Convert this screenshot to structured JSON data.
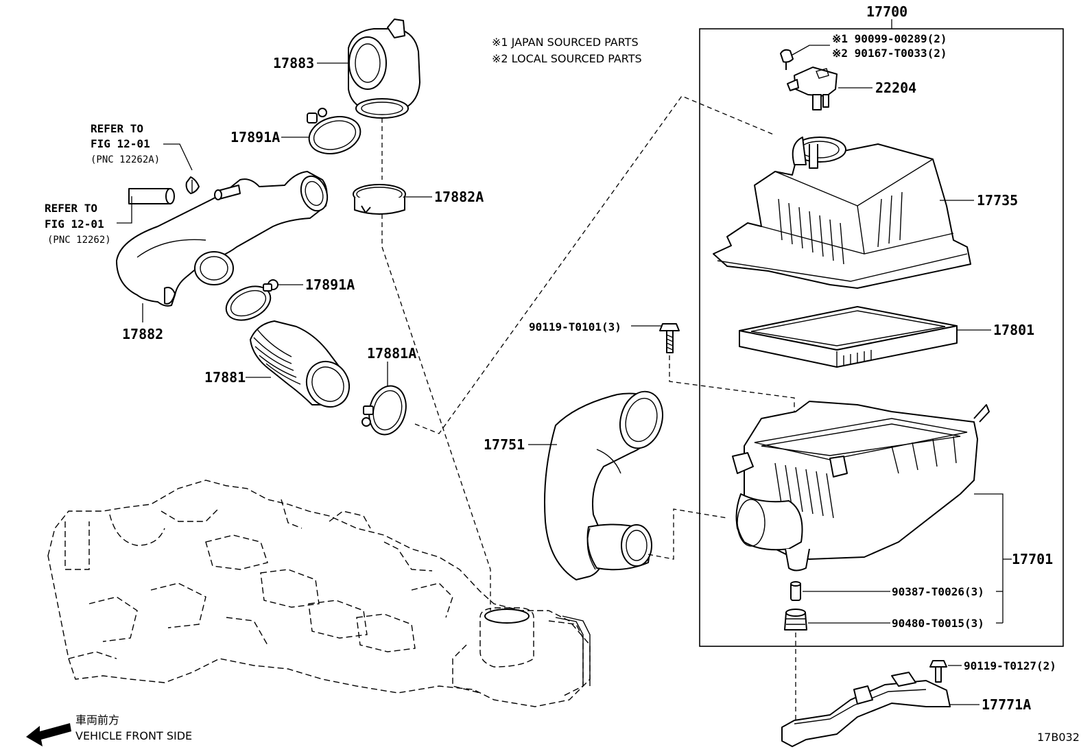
{
  "notes": {
    "japan": "※1 JAPAN SOURCED PARTS",
    "local": "※2 LOCAL SOURCED PARTS"
  },
  "references": {
    "ref_a": {
      "line1": "REFER TO",
      "line2": "FIG 12-01",
      "line3": "(PNC 12262A)"
    },
    "ref_b": {
      "line1": "REFER TO",
      "line2": "FIG 12-01",
      "line3": "(PNC 12262)"
    }
  },
  "parts": {
    "p17700": "17700",
    "p17883": "17883",
    "p17891a_top": "17891A",
    "p17882a": "17882A",
    "p17882": "17882",
    "p17891a_mid": "17891A",
    "p17881": "17881",
    "p17881a": "17881A",
    "p17751": "17751",
    "p22204": "22204",
    "p17735": "17735",
    "p17801": "17801",
    "p17701": "17701",
    "p17771a": "17771A"
  },
  "part_numbers": {
    "pn_190099": "※1 90099-00289(2)",
    "pn_290167": "※2 90167-T0033(2)",
    "pn_90119_t0101": "90119-T0101(3)",
    "pn_90387": "90387-T0026(3)",
    "pn_90480": "90480-T0015(3)",
    "pn_90119_t0127": "90119-T0127(2)"
  },
  "direction": {
    "jp": "車両前方",
    "en": "VEHICLE FRONT SIDE"
  },
  "figure_code": "17B032"
}
